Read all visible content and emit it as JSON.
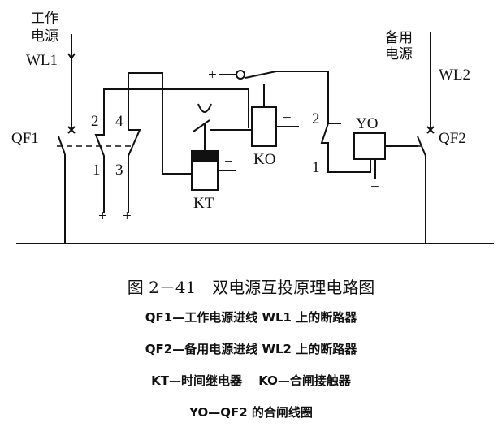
{
  "source_left": {
    "line1": "工作",
    "line2": "电源",
    "name": "WL1"
  },
  "source_right": {
    "line1": "备用",
    "line2": "电源",
    "name": "WL2"
  },
  "breakers": {
    "left": "QF1",
    "right": "QF2"
  },
  "contacts": {
    "n1": "1",
    "n2": "2",
    "n3": "3",
    "n4": "4",
    "r1": "1",
    "r2": "2"
  },
  "components": {
    "kt": "KT",
    "ko": "KO",
    "yo": "YO"
  },
  "polarity": {
    "plus": "+",
    "minus": "−"
  },
  "caption": {
    "title": "图 2－41　双电源互投原理电路图",
    "lines": [
      "QF1—工作电源进线 WL1 上的断路器",
      "QF2—备用电源进线 WL2 上的断路器",
      "KT—时间继电器　 KO—合闸接触器",
      "YO—QF2 的合闸线圈"
    ]
  }
}
